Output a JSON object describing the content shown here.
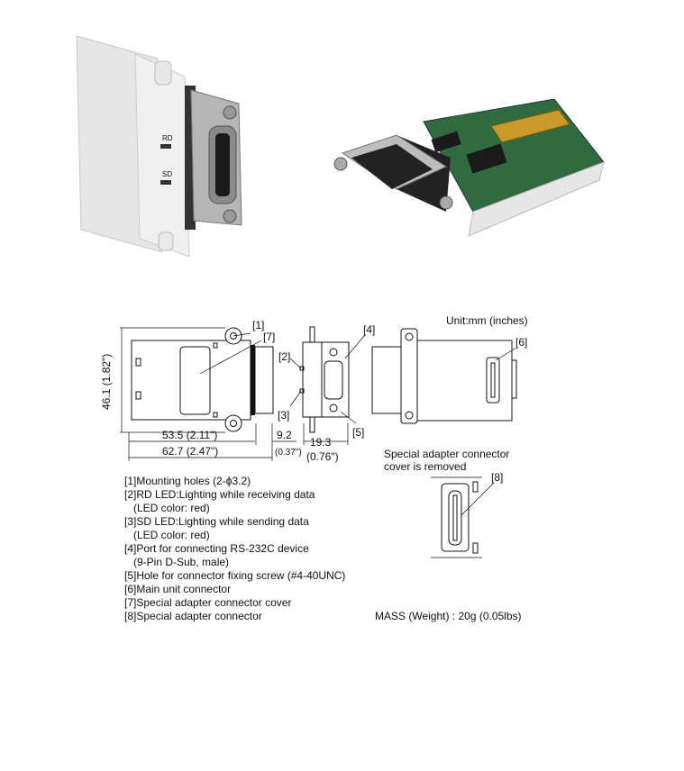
{
  "photos": {
    "left_labels": {
      "rd": "RD",
      "sd": "SD"
    }
  },
  "diagram": {
    "unit": "Unit:mm (inches)",
    "callouts": [
      "[1]",
      "[2]",
      "[3]",
      "[4]",
      "[5]",
      "[6]",
      "[7]",
      "[8]"
    ],
    "dimensions": {
      "height": "46.1 (1.82\")",
      "width_a": "53.5 (2.11\")",
      "width_b": "62.7 (2.47\")",
      "depth_a": "9.2",
      "depth_a_in": "(0.37\")",
      "depth_b": "19.3",
      "depth_b_in": "(0.76\")"
    },
    "cover_removed_line1": "Special adapter connector",
    "cover_removed_line2": "cover is removed"
  },
  "legend": [
    "[1]Mounting holes (2-ϕ3.2)",
    "[2]RD LED:Lighting while receiving data",
    "   (LED color: red)",
    "[3]SD LED:Lighting while sending data",
    "   (LED color: red)",
    "[4]Port for connecting RS-232C device",
    "   (9-Pin D-Sub, male)",
    "[5]Hole for connector fixing screw (#4-40UNC)",
    "[6]Main unit connector",
    "[7]Special adapter connector cover",
    "[8]Special adapter connector"
  ],
  "mass": "MASS (Weight) : 20g (0.05lbs)"
}
